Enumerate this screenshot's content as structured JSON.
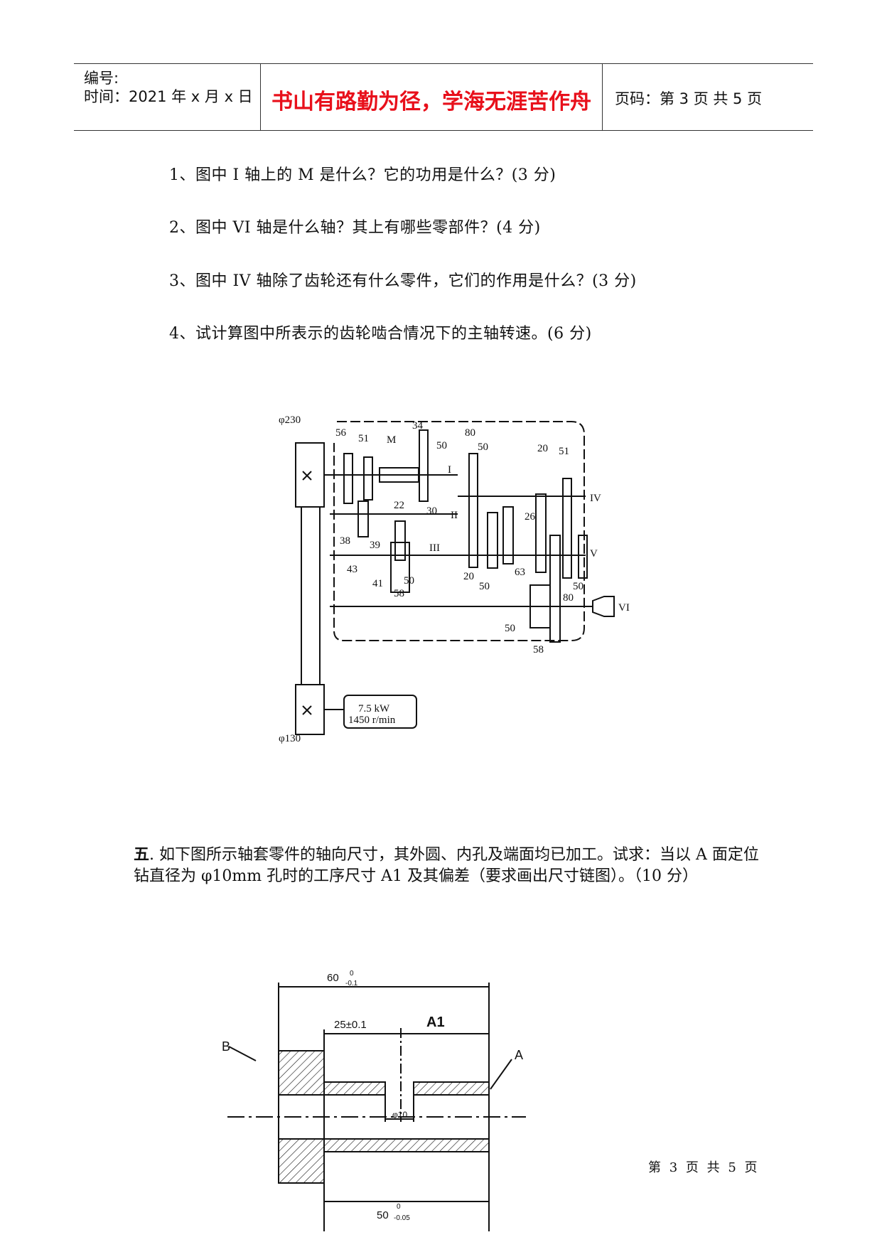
{
  "header": {
    "serial_label": "编号:",
    "time_label": "时间：2021 年 x 月 x 日",
    "motto": "书山有路勤为径，学海无涯苦作舟",
    "page_code": "页码：第 3 页  共 5 页"
  },
  "questions": [
    "1、图中 I 轴上的 M 是什么？它的功用是什么？(3 分)",
    "2、图中 VI 轴是什么轴？其上有哪些零部件？(4 分)",
    "3、图中 IV 轴除了齿轮还有什么零件，它们的作用是什么？(3 分)",
    "4、试计算图中所表示的齿轮啮合情况下的主轴转速。(6 分)"
  ],
  "section5": {
    "number": "五",
    "text": ". 如下图所示轴套零件的轴向尺寸，其外圆、内孔及端面均已加工。试求：当以 A 面定位钻直径为 φ10mm 孔时的工序尺寸 A1 及其偏差（要求画出尺寸链图）。（10 分）"
  },
  "gearbox": {
    "pulley_top": "φ230",
    "pulley_bottom": "φ130",
    "motor_power": "7.5 kW",
    "motor_speed": "1450 r/min",
    "clutch": "M",
    "shafts": [
      "I",
      "II",
      "III",
      "IV",
      "V",
      "VI"
    ],
    "gear_labels": [
      "56",
      "51",
      "34",
      "50",
      "80",
      "50",
      "20",
      "51",
      "22",
      "30",
      "38",
      "39",
      "43",
      "41",
      "50",
      "58",
      "20",
      "26",
      "63",
      "50",
      "50",
      "80",
      "50",
      "58"
    ]
  },
  "part_drawing": {
    "overall": "60",
    "overall_tol_upper": "0",
    "overall_tol_lower": "-0.1",
    "step": "25±0.1",
    "a1": "A1",
    "hole": "φ10",
    "bottom": "50",
    "bottom_tol_upper": "0",
    "bottom_tol_lower": "-0.05",
    "face_a": "A",
    "face_b": "B"
  },
  "footer": "第 3 页 共 5 页"
}
